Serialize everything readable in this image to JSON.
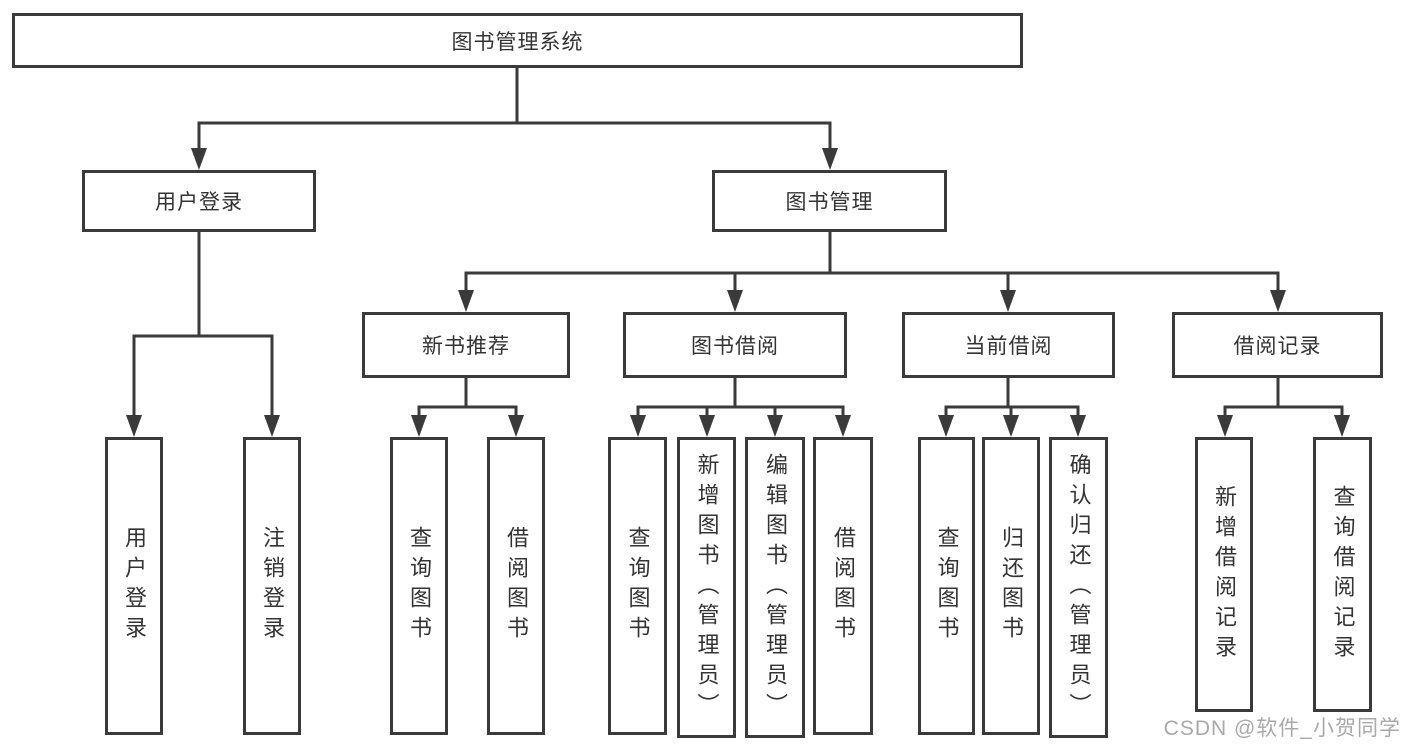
{
  "tree": {
    "root": {
      "label": "图书管理系统"
    },
    "level2": [
      {
        "label": "用户登录",
        "leaves": [
          "用户登录",
          "注销登录"
        ]
      },
      {
        "label": "图书管理"
      }
    ],
    "level3": [
      {
        "label": "新书推荐",
        "leaves": [
          "查询图书",
          "借阅图书"
        ]
      },
      {
        "label": "图书借阅",
        "leaves": [
          "查询图书",
          "新增图书（管理员）",
          "编辑图书（管理员）",
          "借阅图书"
        ]
      },
      {
        "label": "当前借阅",
        "leaves": [
          "查询图书",
          "归还图书",
          "确认归还（管理员）"
        ]
      },
      {
        "label": "借阅记录",
        "leaves": [
          "新增借阅记录",
          "查询借阅记录"
        ]
      }
    ]
  },
  "watermark": {
    "text": "CSDN @软件_小贺同学"
  },
  "colors": {
    "line": "#3a3a3a",
    "text": "#333333",
    "watermark": "#a9a9a9",
    "background": "#ffffff"
  }
}
